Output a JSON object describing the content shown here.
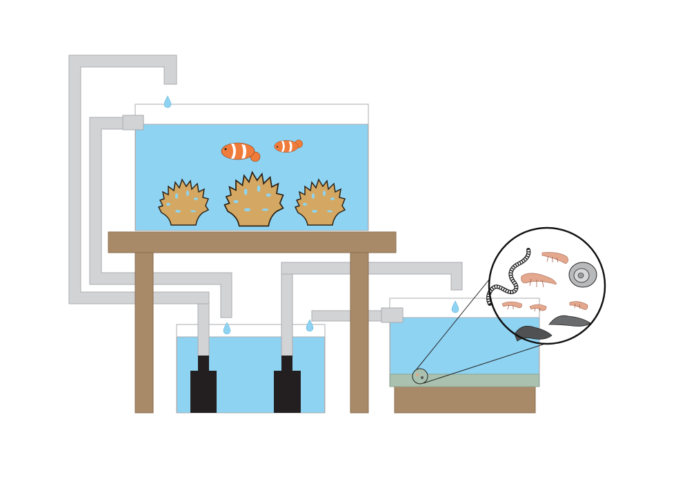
{
  "colors": {
    "background": "#ffffff",
    "water": "#8ed3f2",
    "pipe": "#d2d3d5",
    "pipe_outline": "#a9abae",
    "wood": "#a88a68",
    "pump": "#231f20",
    "clownfish": "#f07c3b",
    "coral": "#d4a862",
    "substrate": "#a9c1ae",
    "shrimp": "#e4a88e",
    "drip": "#8ed3f2"
  },
  "components": {
    "display_tank": {
      "fish_count": 2,
      "coral_count": 3
    },
    "sump": {
      "pump_count": 2
    },
    "refugium": {
      "magnified_view": true
    }
  }
}
